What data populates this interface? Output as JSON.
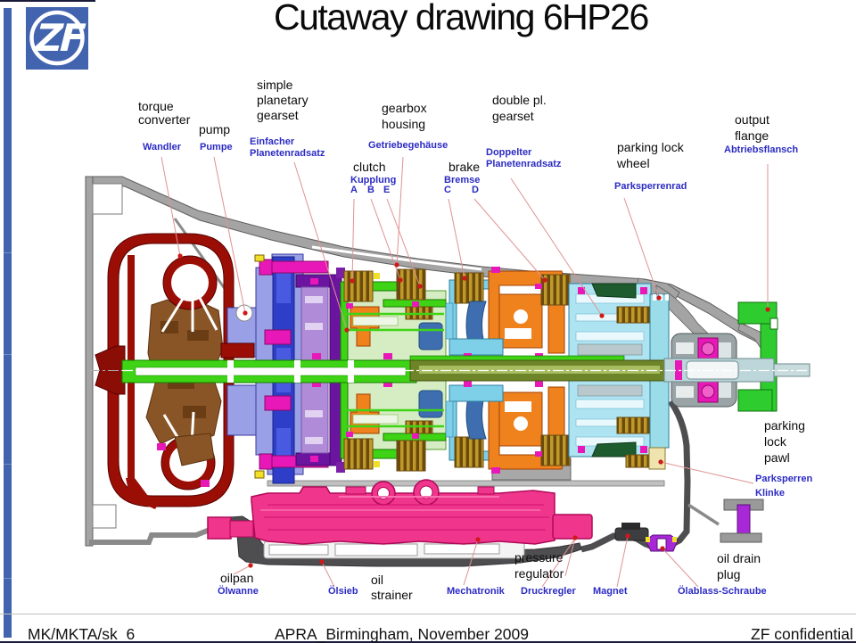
{
  "slide": {
    "title": "Cutaway drawing 6HP26"
  },
  "logo": {
    "text": "ZF"
  },
  "footer": {
    "left": "MK/MKTA/sk  6",
    "center": "APRA_Birmingham, November 2009",
    "right": "ZF confidential"
  },
  "labels": {
    "torque_converter": {
      "en": "torque\nconverter",
      "de": "Wandler"
    },
    "pump": {
      "en": "pump",
      "de": "Pumpe"
    },
    "simple_planetary_gearset": {
      "en": "simple\nplanetary\ngearset",
      "de": "Einfacher\nPlanetenradsatz"
    },
    "gearbox_housing": {
      "en": "gearbox\nhousing",
      "de": "Getriebegehäuse"
    },
    "clutch": {
      "en": "clutch",
      "de": "Kupplung",
      "items": [
        "A",
        "B",
        "E"
      ]
    },
    "brake": {
      "en": "brake",
      "de": "Bremse",
      "items": [
        "C",
        "D"
      ]
    },
    "double_planetary_gearset": {
      "en": "double pl.\ngearset",
      "de": "Doppelter\nPlanetenradsatz"
    },
    "parking_lock_wheel": {
      "en": "parking lock\nwheel",
      "de": "Parksperrenrad"
    },
    "output_flange": {
      "en": "output\nflange",
      "de": "Abtriebsflansch"
    },
    "parking_lock_pawl": {
      "en": "parking\nlock\npawl",
      "de": "Parksperren\nKlinke"
    },
    "oilpan": {
      "en": "oilpan",
      "de": "Ölwanne"
    },
    "oil_strainer": {
      "en": "oil\nstrainer",
      "de": "Ölsieb"
    },
    "mechatronik": {
      "de": "Mechatronik"
    },
    "pressure_regulator": {
      "en": "pressure\nregulator",
      "de": "Druckregler"
    },
    "magnet": {
      "de": "Magnet"
    },
    "oil_drain_plug": {
      "en": "oil drain\nplug",
      "de": "Ölablass-Schraube"
    }
  },
  "colors": {
    "accent_blue": "#4263ae",
    "label_blue": "#2b2bc4",
    "leader_line": "#e09292",
    "marker_red": "#d01818",
    "converter_red": "#9b0e06",
    "turbine_brown": "#8a5526",
    "pump_blue": "#2e3ec8",
    "periwinkle": "#9aa0e6",
    "purple_drum": "#6a14a0",
    "magenta": "#e818b8",
    "shaft_green": "#3ed415",
    "pale_green": "#d6ecc2",
    "gold": "#c09a28",
    "cyan": "#7ed0e8",
    "light_cyan": "#aee4f2",
    "steel_blue": "#3e6eb0",
    "orange": "#f0821e",
    "dark_green": "#1e5c30",
    "olive": "#6e8428",
    "valve_body_pink": "#f0368c",
    "oilpan_gray": "#4e4e50",
    "housing_gray": "#a4a4a4",
    "flange_green": "#2ecc2e",
    "violet": "#a828d8"
  }
}
